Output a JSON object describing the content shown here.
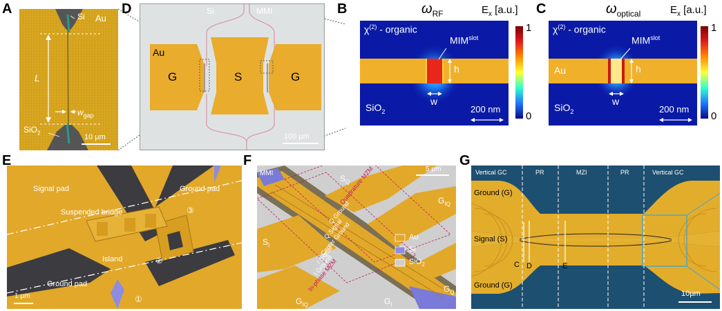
{
  "panels": {
    "A": {
      "label": "A",
      "si": "Si",
      "au": "Au",
      "L": "L",
      "wgap_w": "w",
      "wgap_sub": "gap",
      "sio2_main": "SiO",
      "sio2_sub": "2",
      "scale": "10 µm"
    },
    "D": {
      "label": "D",
      "si": "Si",
      "mmi": "MMI",
      "au": "Au",
      "g_left": "G",
      "s": "S",
      "g_right": "G",
      "scale": "100 µm"
    },
    "B": {
      "label": "B",
      "omega": "ω",
      "omega_sub": "RF",
      "ex": "E",
      "ex_sub": "x",
      "ex_unit": " [a.u.]",
      "chi_main": "χ",
      "chi_sup": "(2)",
      "chi_rest": " - organic",
      "mim": "MIM",
      "mim_sup": "slot",
      "h": "h",
      "w": "w",
      "sio2_main": "SiO",
      "sio2_sub": "2",
      "scale": "200 nm",
      "cb_max": "1",
      "cb_min": "0"
    },
    "C": {
      "label": "C",
      "omega": "ω",
      "omega_sub": "optical",
      "ex": "E",
      "ex_sub": "x",
      "ex_unit": " [a.u.]",
      "chi_main": "χ",
      "chi_sup": "(2)",
      "chi_rest": " - organic",
      "mim": "MIM",
      "mim_sup": "slot",
      "au": "Au",
      "h": "h",
      "w": "w",
      "sio2_main": "SiO",
      "sio2_sub": "2",
      "scale": "200 nm",
      "cb_max": "1",
      "cb_min": "0"
    },
    "E": {
      "label": "E",
      "signal_pad": "Signal pad",
      "ground_pad_top": "Ground pad",
      "bridge": "Suspended bridge",
      "island": "Island",
      "ground_pad_bottom": "Ground pad",
      "num1": "①",
      "num2": "②",
      "num3": "③",
      "scale": "1 µm"
    },
    "F": {
      "label": "F",
      "mmi": "MMI",
      "sq_main": "S",
      "sq_sub": "Q",
      "scale": "5 µm",
      "giq_main": "G",
      "giq_sub": "IQ",
      "quad_mzm": "Quadrature MZM",
      "q_ground": "Q Ground",
      "q_signal": "Q Signal",
      "center_ground": "Center Ground",
      "i_signal": "I Signal",
      "i_ground": "I Ground",
      "inphase_mzm": "In-phase MZM",
      "si_main": "S",
      "si_sub": "I",
      "legend_au": "Au",
      "legend_si": "Si",
      "legend_sio2": "SiO",
      "legend_sio2_sub": "2",
      "gq_main": "G",
      "gq_sub": "Q",
      "giq2_main": "G",
      "giq2_sub": "IQ",
      "gi_main": "G",
      "gi_sub": "I"
    },
    "G": {
      "label": "G",
      "vgc_left": "Vertical GC",
      "pr_left": "PR",
      "mzi": "MZI",
      "pr_right": "PR",
      "vgc_right": "Vertical GC",
      "ground_top": "Ground (G)",
      "signal": "Signal (S)",
      "ground_bottom": "Ground (G)",
      "c": "C",
      "d": "D",
      "e": "E",
      "scale": "10µm"
    }
  }
}
